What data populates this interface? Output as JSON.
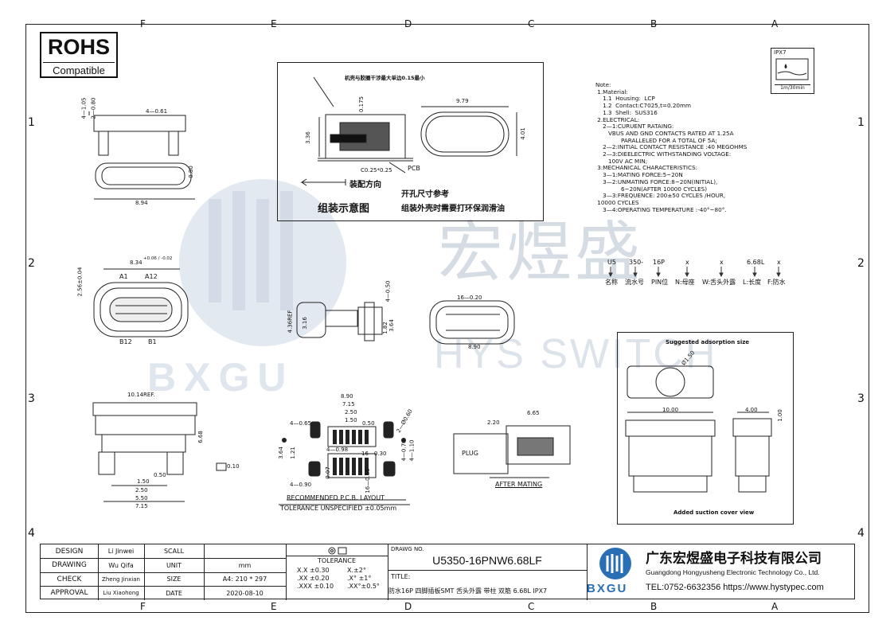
{
  "zones": {
    "top": [
      "F",
      "E",
      "D",
      "C",
      "B",
      "A"
    ],
    "side": [
      "1",
      "2",
      "3",
      "4"
    ]
  },
  "rohs": {
    "title": "ROHS",
    "subtitle": "Compatible"
  },
  "ipx": {
    "code": "IPX7",
    "spec": "1m/30min"
  },
  "watermark": {
    "brand": "宏煜盛",
    "english": "HYS SWITCH",
    "logo": "BXGU"
  },
  "assembly": {
    "note_top": "机壳与胶圈干涉最大单边0.15最小",
    "dim_0175": "0.175",
    "dim_336": "3.36",
    "dim_chamfer": "C0.25*0.25",
    "pcb": "PCB",
    "dim_979": "9.79",
    "dim_401": "4.01",
    "direction": "装配方向",
    "cutout_ref": "开孔尺寸参考",
    "lube_note": "组装外壳时需要打环保润滑油",
    "caption": "组装示意图"
  },
  "notes": "Note:\n 1.Material:\n    1.1  Housing:  LCP\n    1.2  Contact:C7025,t=0.20mm\n    1.3  Shell:  SUS316\n 2.ELECTRICAL:\n    2—1:CURUENT RATAING:\n       VBUS AND GND CONTACTS RATED AT 1.25A\n              PARALLELED FOR A TOTAL OF 5A;\n    2—2:INITIAL CONTACT RESISTANCE :40 MEGOHMS\n    2—3:DIEELECTRIC WITHSTANDING VOLTAGE:\n       100V AC MIN;\n 3:MECHANICAL CHARACTERISTICS:\n    3—1:MATING FORCE:5~20N\n    3—2:UNMATING FORCE:8~20N(INITIAL),\n              6~20N(AFTER 10000 CYCLES)\n    3—3:FREQUENCE: 200±50 CYCLES /HOUR,\n 10000 CYCLES\n    3—4:OPERATING TEMPERATURE :-40°~80°.",
  "part_code": {
    "codes": [
      "U5",
      "350-",
      "16P",
      "x",
      "x",
      "6.68L",
      "x"
    ],
    "meanings": [
      "名称",
      "流水号",
      "PIN位",
      "N:母座",
      "W:舌头外露",
      "L:长度",
      "F:防水"
    ]
  },
  "views": {
    "dim_105": "4—1.05",
    "dim_080a": "2—0.80",
    "dim_061": "4—0.61",
    "dim_080b": "0.80",
    "dim_894": "8.94",
    "dim_834": "8.34",
    "dim_834_tol": "+0.06 / -0.02",
    "dim_256": "2.56±0.04",
    "a1": "A1",
    "a12": "A12",
    "b12": "B12",
    "b1": "B1",
    "dim_436": "4.36REF",
    "dim_316": "3.16",
    "dim_050": "4—0.50",
    "dim_182": "1.82",
    "dim_364": "3.64",
    "dim_16_020": "16—0.20",
    "dim_890a": "8.90",
    "dim_1014": "10.14REF.",
    "dim_668": "6.68",
    "dim_150a": "1.50",
    "dim_050b": "0.50",
    "dim_250a": "2.50",
    "dim_550": "5.50",
    "dim_715a": "7.15",
    "flatness": "0.10"
  },
  "pcb_layout": {
    "dim_890": "8.90",
    "dim_715": "7.15",
    "dim_250": "2.50",
    "dim_150": "1.50",
    "dim_050": "0.50",
    "dim_065": "4—0.65",
    "dim_098": "4—0.98",
    "dim_060": "2—Ø0.60",
    "dim_1630": "16—0.30",
    "dim_070": "4—0.70",
    "dim_110": "4—1.10",
    "dim_090": "4—0.90",
    "dim_085": "16—0.85",
    "dim_364": "3.64",
    "dim_121": "1.21",
    "dim_007": "0.07",
    "title": "RECOMMENDED    P.C.B.  LAYOUT",
    "tolerance": "TOLERANCE  UNSPECIFIED  ±0.05mm"
  },
  "mating": {
    "dim_665": "6.65",
    "dim_220": "2.20",
    "plug": "PLUG",
    "caption": "AFTER  MATING"
  },
  "adsorption": {
    "title": "Suggested adsorption size",
    "dim_150": "Ø1.50",
    "dim_1000": "10.00",
    "dim_400": "4.00",
    "dim_100": "1.00",
    "caption": "Added suction cover view"
  },
  "title_block": {
    "rows": [
      {
        "role": "DESIGN",
        "name": "Li Jinwei",
        "key": "SCALL",
        "value": ""
      },
      {
        "role": "DRAWING",
        "name": "Wu Qifa",
        "key": "UNIT",
        "value": "mm"
      },
      {
        "role": "CHECK",
        "name": "Zheng Jinxian",
        "key": "SIZE",
        "value": "A4: 210 * 297"
      },
      {
        "role": "APPROVAL",
        "name": "Liu Xiaohong",
        "key": "DATE",
        "value": "2020-08-10"
      }
    ],
    "tolerance_title": "TOLERANCE",
    "tolerance_left": [
      "X.X  ±0.30",
      ".XX  ±0.20",
      ".XXX  ±0.10"
    ],
    "tolerance_right": [
      "X.±2°",
      ".X° ±1°",
      ".XX°±0.5°"
    ],
    "drawing_no_label": "DRAWG NO.",
    "drawing_no": "U5350-16PNW6.68LF",
    "title_label": "TITLE:",
    "title": "防水16P 四脚插板SMT 舌头外露 带柱 双筋 6.68L IPX7",
    "company_cn": "广东宏煜盛电子科技有限公司",
    "company_en": "Guangdong Hongyusheng Electronic Technology Co., Ltd.",
    "logo_text": "BXGU",
    "contact": "TEL:0752-6632356  https://www.hystypec.com"
  },
  "colors": {
    "line": "#222222",
    "watermark": "#c9d3de",
    "logo_blue": "#2a6fb5"
  }
}
